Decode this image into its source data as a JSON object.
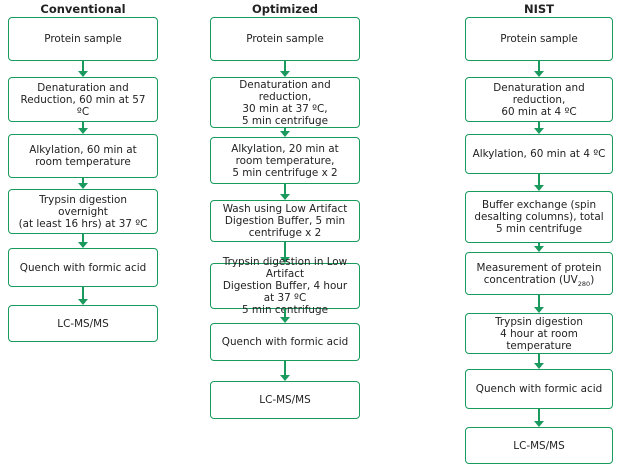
{
  "columns": [
    {
      "title": "Conventional",
      "steps": [
        "Protein sample",
        "Denaturation and\nReduction, 60 min at 57 ºC",
        "Alkylation, 60 min at\nroom temperature",
        "Trypsin digestion overnight\n(at least 16 hrs) at 37 ºC",
        "Quench with formic acid",
        "LC-MS/MS"
      ]
    },
    {
      "title": "Optimized",
      "steps": [
        "Protein sample",
        "Denaturation and reduction,\n30 min at 37 ºC,\n5 min centrifuge",
        "Alkylation, 20 min at\nroom temperature,\n5 min centrifuge x 2",
        "Wash using Low Artifact\nDigestion Buffer, 5 min\ncentrifuge x 2",
        "Trypsin digestion in Low Artifact\nDigestion Buffer, 4 hour at 37 ºC\n5 min centrifuge",
        "Quench with formic acid",
        "LC-MS/MS"
      ]
    },
    {
      "title": "NIST",
      "steps": [
        "Protein sample",
        "Denaturation and reduction,\n60 min at 4 ºC",
        "Alkylation, 60 min at 4 ºC",
        "Buffer exchange (spin\ndesalting columns), total\n5 min centrifuge",
        {
          "line1": "Measurement of protein",
          "line2_pre": "concentration (UV",
          "line2_sub": "280",
          "line2_post": ")"
        },
        "Trypsin digestion\n4 hour at room temperature",
        "Quench with formic acid",
        "LC-MS/MS"
      ]
    }
  ],
  "colors": {
    "border": "#1a9a5c",
    "arrow": "#1a9a5c",
    "text": "#222222"
  }
}
